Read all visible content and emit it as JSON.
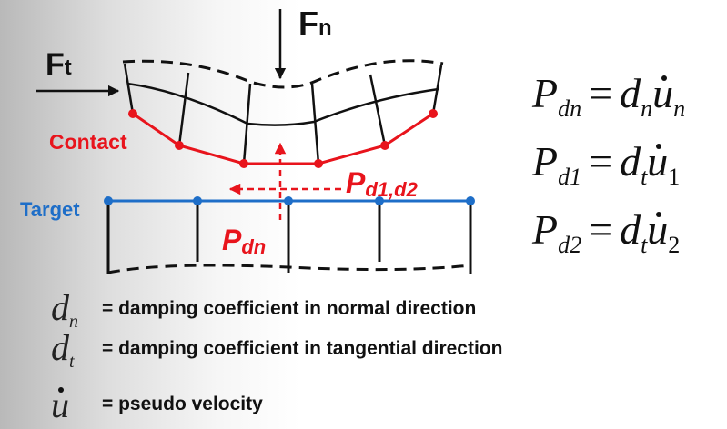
{
  "diagram": {
    "force_normal": {
      "main": "F",
      "sub": "n"
    },
    "force_tangential": {
      "main": "F",
      "sub": "t"
    },
    "contact_label": "Contact",
    "target_label": "Target",
    "damping_normal_label": {
      "main": "P",
      "sub": "dn"
    },
    "damping_tangential_label": {
      "main": "P",
      "sub": "d1,d2"
    },
    "colors": {
      "contact": "#e8141c",
      "target": "#1e6ec8",
      "mesh": "#111111",
      "force_labels": "#111111"
    }
  },
  "equations": [
    {
      "lhs": "P",
      "lhs_sub": "dn",
      "coef": "d",
      "coef_sub": "n",
      "var": "u",
      "var_sub": "n"
    },
    {
      "lhs": "P",
      "lhs_sub": "d1",
      "coef": "d",
      "coef_sub": "t",
      "var": "u",
      "var_sub": "1"
    },
    {
      "lhs": "P",
      "lhs_sub": "d2",
      "coef": "d",
      "coef_sub": "t",
      "var": "u",
      "var_sub": "2"
    }
  ],
  "legend": [
    {
      "symbol": "d",
      "symbol_sub": "n",
      "text": "= damping coefficient in normal direction"
    },
    {
      "symbol": "d",
      "symbol_sub": "t",
      "text": "= damping coefficient in tangential direction"
    },
    {
      "symbol": "u",
      "symbol_sub": "",
      "text": "= pseudo velocity"
    }
  ]
}
